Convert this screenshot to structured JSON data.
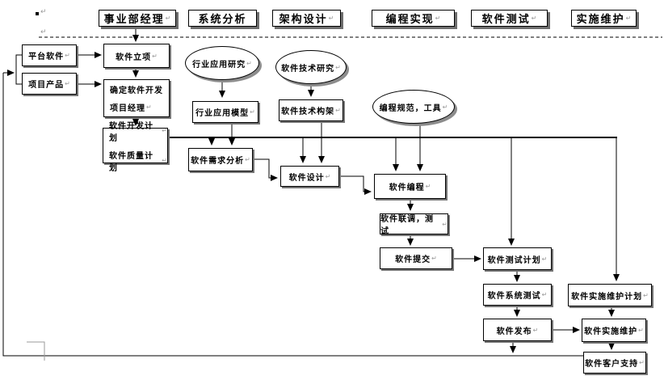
{
  "meta": {
    "bullet_mark": "■",
    "return_mark": "↵"
  },
  "lanes": [
    {
      "id": "dept-manager",
      "label": "事业部经理"
    },
    {
      "id": "system-analysis",
      "label": "系统分析"
    },
    {
      "id": "architecture-design",
      "label": "架构设计"
    },
    {
      "id": "programming",
      "label": "编程实现"
    },
    {
      "id": "software-testing",
      "label": "软件测试"
    },
    {
      "id": "implementation-maintenance",
      "label": "实施维护"
    }
  ],
  "nodes": {
    "platform": {
      "label": "平台软件"
    },
    "product": {
      "label": "项目产品"
    },
    "initiation": {
      "label": "软件立项"
    },
    "pm": {
      "line1": "确定软件开发",
      "line2": "项目经理"
    },
    "plans": {
      "line1": "软件开发计划",
      "line2": "软件质量计划"
    },
    "industryResearch": {
      "label": "行业应用研究"
    },
    "industryModel": {
      "label": "行业应用模型"
    },
    "techResearch": {
      "label": "软件技术研究"
    },
    "techArch": {
      "label": "软件技术构架"
    },
    "codingStandards": {
      "label": "编程规范，工具"
    },
    "requirements": {
      "label": "软件需求分析"
    },
    "design": {
      "label": "软件设计"
    },
    "coding": {
      "label": "软件编程"
    },
    "integration": {
      "label": "软件联调，测试"
    },
    "submission": {
      "label": "软件提交"
    },
    "testPlan": {
      "label": "软件测试计划"
    },
    "systemTest": {
      "label": "软件系统测试"
    },
    "release": {
      "label": "软件发布"
    },
    "maintPlan": {
      "label": "软件实施维护计划"
    },
    "maintenance": {
      "label": "软件实施维护"
    },
    "customerSupport": {
      "label": "软件客户支持"
    }
  },
  "colors": {
    "line": "#000000",
    "shadow": "#757575",
    "gray_mark": "#9a9a9a"
  }
}
